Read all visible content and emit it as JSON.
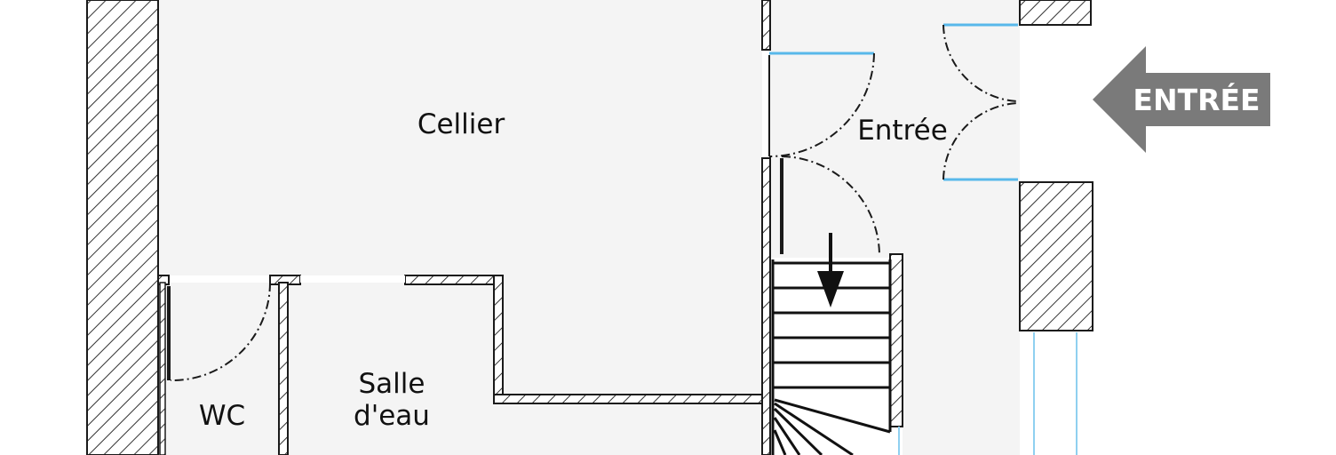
{
  "plan": {
    "colors": {
      "floor": "#f4f4f4",
      "wall_outline": "#1a1a1a",
      "hatch": "#333333",
      "door_leaf": "#58b8ea",
      "window": "#8fd0f0",
      "arrow_fill": "#7a7a7a",
      "arrow_text": "#ffffff"
    },
    "rooms": {
      "cellier": "Cellier",
      "entree": "Entrée",
      "wc": "WC",
      "salle_eau_line1": "Salle",
      "salle_eau_line2": "d'eau"
    },
    "entry_arrow_label": "ENTRÉE",
    "stair_direction_icon": "arrow-down-icon"
  }
}
